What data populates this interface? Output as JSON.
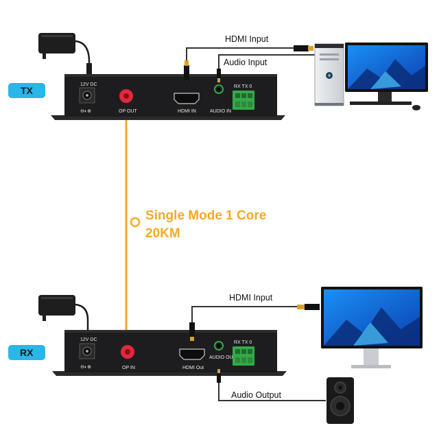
{
  "colors": {
    "fiber": "#f7a823",
    "badge": "#29b6e8",
    "device_body": "#1d1d1f",
    "connector_red": "#e3283c",
    "terminal_green": "#35a84a"
  },
  "tx": {
    "badge": "TX",
    "power_label": "12V DC",
    "optical_label": "OP OUT",
    "hdmi_label": "HDMI IN",
    "audio_label": "AUDIO IN",
    "rs232_label": "RX TX 0"
  },
  "rx": {
    "badge": "RX",
    "power_label": "12V DC",
    "optical_label": "OP IN",
    "hdmi_label": "HDMI Out",
    "audio_label": "AUDIO OUT",
    "rs232_label": "RX TX 0"
  },
  "fiber": {
    "line1": "Single Mode 1 Core",
    "line2": "20KM"
  },
  "cables": {
    "tx_hdmi": "HDMI Input",
    "tx_audio": "Audio Input",
    "rx_hdmi": "HDMI Input",
    "rx_audio": "Audio Output"
  },
  "icons": [
    "power-adapter-icon",
    "desktop-pc-icon",
    "monitor-icon",
    "speaker-icon"
  ]
}
